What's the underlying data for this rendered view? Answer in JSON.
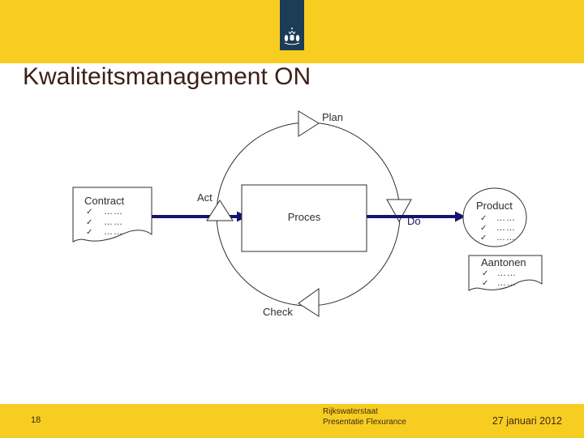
{
  "slide": {
    "title": "Kwaliteitsmanagement ON",
    "logo_icon": "dutch-government-coat-of-arms"
  },
  "diagram": {
    "plan_label": "Plan",
    "do_label": "Do",
    "check_label": "Check",
    "act_label": "Act",
    "process_label": "Proces",
    "check_glyph": "✓",
    "contract": {
      "title": "Contract",
      "items": [
        "……",
        "……",
        "……"
      ]
    },
    "product": {
      "title": "Product",
      "items": [
        "……",
        "……",
        "……"
      ]
    },
    "aantonen": {
      "title": "Aantonen",
      "items": [
        "……",
        "……"
      ]
    }
  },
  "footer": {
    "page_number": "18",
    "organization": "Rijkswaterstaat",
    "presentation": "Presentatie Flexurance",
    "date": "27 januari 2012"
  },
  "colors": {
    "band_yellow": "#F8CD21",
    "logo_navy": "#1D3C55",
    "arrow_navy": "#15156E",
    "diagram_stroke": "#2f2f2f",
    "title_text": "#3C1F18",
    "footer_text": "#3B2A16"
  }
}
